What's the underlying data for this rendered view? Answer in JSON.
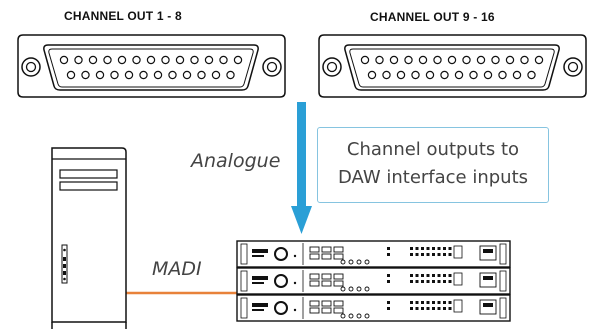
{
  "connectors": [
    {
      "label": "CHANNEL OUT 1 - 8"
    },
    {
      "label": "CHANNEL OUT 9 - 16"
    }
  ],
  "signal_label": "Analogue",
  "callout": {
    "line1": "Channel outputs to",
    "line2": "DAW interface inputs"
  },
  "link_label": "MADI",
  "colors": {
    "arrow": "#2a9fd6",
    "madi_cable": "#e8823a",
    "callout_border": "#86c4e0",
    "outline": "#111111"
  }
}
